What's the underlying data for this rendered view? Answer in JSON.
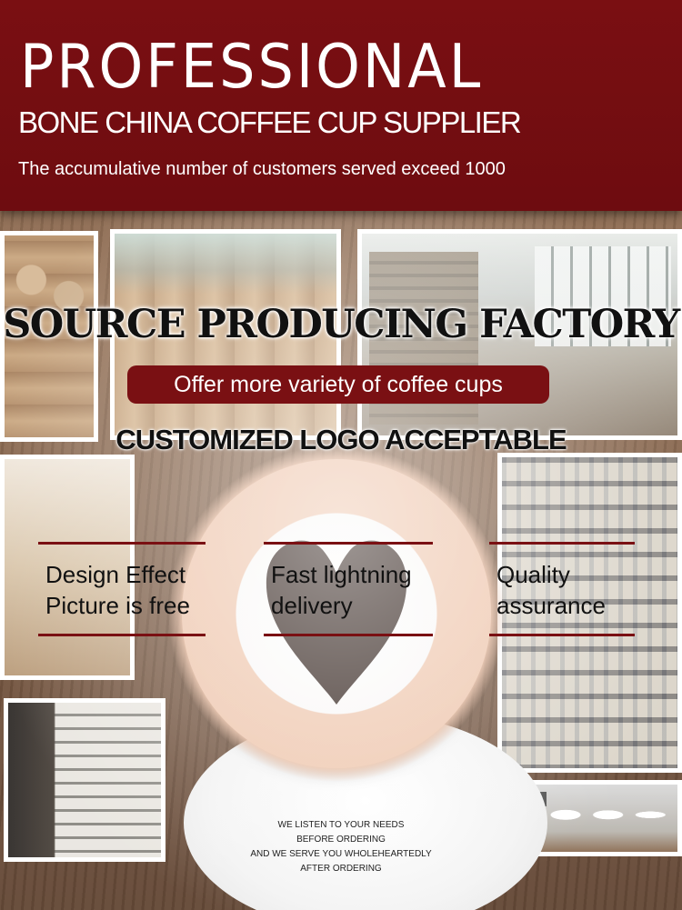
{
  "header": {
    "title": "PROFESSIONAL",
    "subtitle": "BONE CHINA COFFEE CUP SUPPLIER",
    "note": "The accumulative number of customers served exceed 1000"
  },
  "main": {
    "factory_title": "SOURCE PRODUCING FACTORY",
    "pill_text": "Offer more variety of coffee cups",
    "logo_line": "CUSTOMIZED LOGO ACCEPTABLE"
  },
  "features": [
    {
      "line1": "Design Effect",
      "line2": "Picture is free"
    },
    {
      "line1": "Fast lightning",
      "line2": "delivery"
    },
    {
      "line1": "Quality",
      "line2": "assurance"
    }
  ],
  "footer": {
    "lines": [
      "WE LISTEN TO YOUR NEEDS",
      "BEFORE ORDERING",
      "AND WE SERVE YOU WHOLEHEARTEDLY",
      "AFTER ORDERING"
    ]
  },
  "colors": {
    "brand_red": "#7a1013",
    "text_dark": "#111111",
    "coffee": "#2a1a14"
  }
}
